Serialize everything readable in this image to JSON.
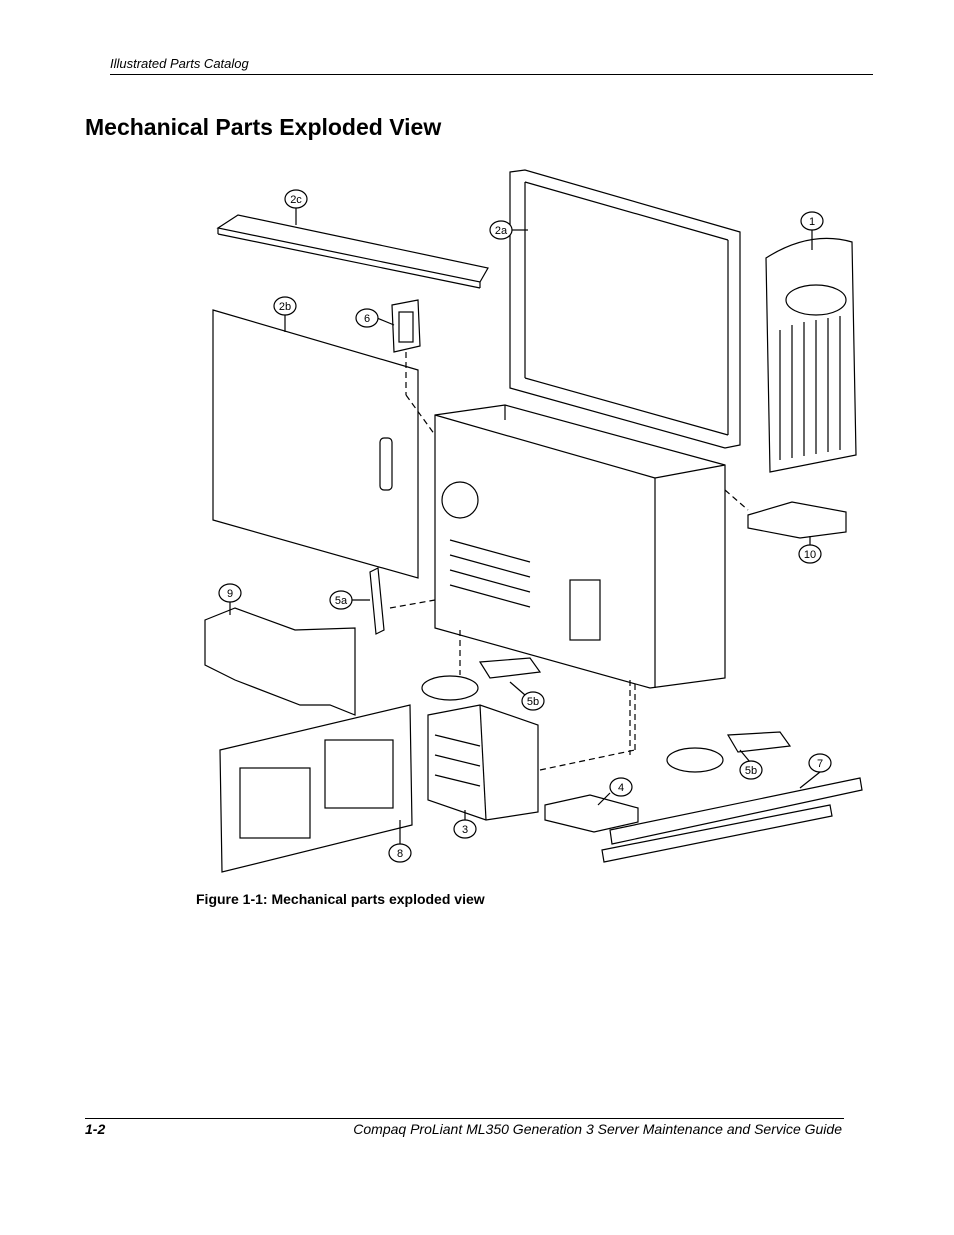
{
  "header": {
    "running_title": "Illustrated Parts Catalog"
  },
  "page": {
    "title": "Mechanical Parts Exploded View"
  },
  "figure": {
    "caption": "Figure 1-1:  Mechanical parts exploded view",
    "callouts": [
      "1",
      "2a",
      "2b",
      "2c",
      "3",
      "4",
      "5a",
      "5b",
      "5b",
      "6",
      "7",
      "8",
      "9",
      "10"
    ]
  },
  "footer": {
    "page_number": "1-2",
    "guide_title": "Compaq ProLiant ML350 Generation 3 Server Maintenance and Service Guide"
  }
}
